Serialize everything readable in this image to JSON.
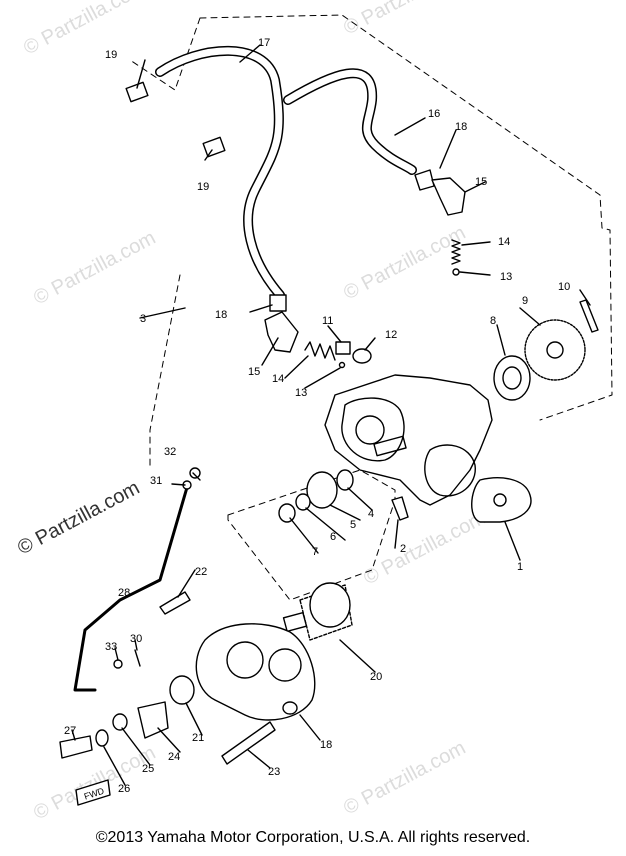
{
  "watermark": {
    "text": "© Partzilla.com"
  },
  "copyright": "©2013 Yamaha Motor Corporation, U.S.A. All rights reserved.",
  "callouts": [
    "1",
    "2",
    "3",
    "4",
    "5",
    "6",
    "7",
    "8",
    "9",
    "10",
    "11",
    "12",
    "13",
    "13",
    "14",
    "14",
    "15",
    "15",
    "16",
    "17",
    "18",
    "18",
    "19",
    "19",
    "20",
    "21",
    "22",
    "23",
    "24",
    "25",
    "26",
    "27",
    "28",
    "29",
    "30",
    "31",
    "32",
    "33"
  ],
  "arrow_label": "FWD"
}
